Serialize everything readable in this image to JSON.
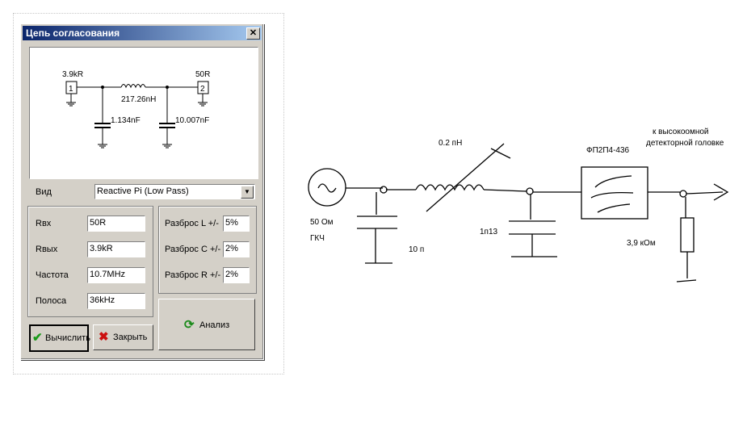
{
  "dialog": {
    "title": "Цепь согласования",
    "close_glyph": "✕",
    "schematic": {
      "source_r": "3.9kR",
      "load_r": "50R",
      "port1": "1",
      "port2": "2",
      "inductor": "217.26nH",
      "c1": "1.134nF",
      "c2": "10.007nF"
    },
    "view_label": "Вид",
    "view_value": "Reactive Pi (Low Pass)",
    "fields": {
      "rin_label": "Rвх",
      "rin_value": "50R",
      "rout_label": "Rвых",
      "rout_value": "3.9kR",
      "freq_label": "Частота",
      "freq_value": "10.7MHz",
      "band_label": "Полоса",
      "band_value": "36kHz"
    },
    "tolerances": {
      "l_label": "Разброс L +/-",
      "l_value": "5%",
      "c_label": "Разброс C +/-",
      "c_value": "2%",
      "r_label": "Разброс R +/-",
      "r_value": "2%"
    },
    "buttons": {
      "calc": "Вычислить",
      "close": "Закрыть",
      "analyze": "Анализ"
    }
  },
  "sketch": {
    "inductor": "0.2 пН",
    "filter": "ФП2П4-436",
    "destination_line1": "к высокоомной",
    "destination_line2": "детекторной головке",
    "source_impedance": "50 Ом",
    "source_name": "ГКЧ",
    "cap1": "10 п",
    "cap2": "1п13",
    "load_r": "3,9 кОм"
  },
  "colors": {
    "title_start": "#0a246a",
    "title_end": "#a6caf0",
    "dialog_bg": "#d4d0c8",
    "check": "#1a9a1a",
    "cross": "#cc1010",
    "refresh": "#1a8a1a"
  }
}
